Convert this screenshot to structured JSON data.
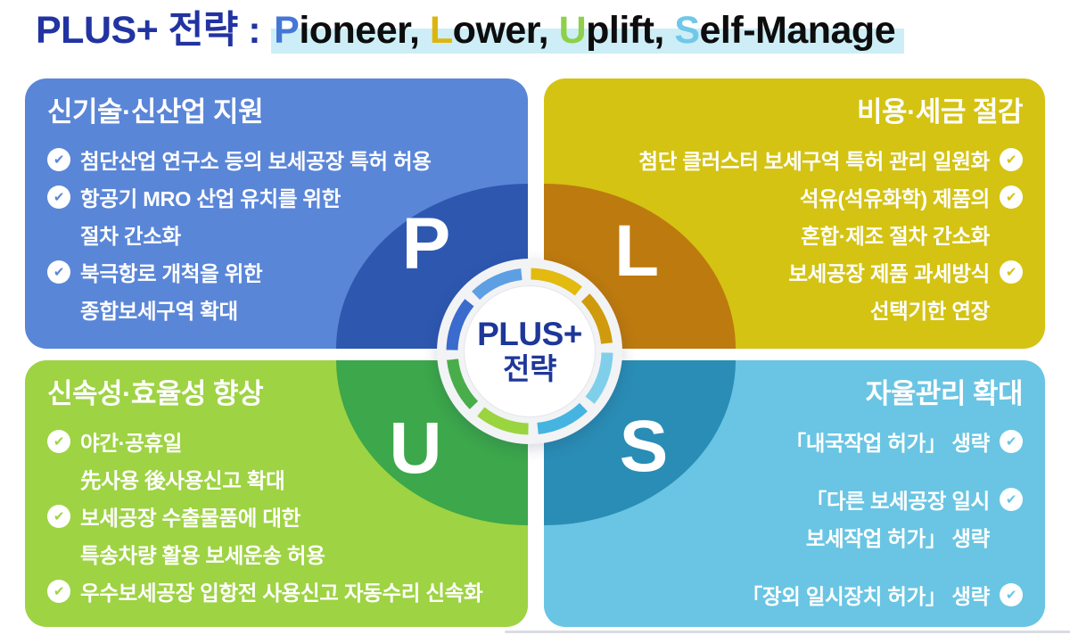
{
  "header": {
    "prefix": "PLUS+ 전략 :",
    "prefix_color": "#2233a2",
    "highlight_color": "#cdeef6",
    "text_color": "#0d0d0d",
    "segments": [
      {
        "lead": "P",
        "lead_color": "#4577d6",
        "rest": "ioneer, "
      },
      {
        "lead": "L",
        "lead_color": "#dcb60f",
        "rest": "ower, "
      },
      {
        "lead": "U",
        "lead_color": "#8ed04a",
        "rest": "plift, "
      },
      {
        "lead": "S",
        "lead_color": "#70c8e8",
        "rest": "elf-Manage"
      }
    ]
  },
  "center_badge": {
    "line1": "PLUS+",
    "line2": "전략",
    "text_color": "#1e3799"
  },
  "icons": {
    "check": "✔"
  },
  "ring": {
    "arcs": [
      {
        "name": "arc-blue-light",
        "color": "#5d9fe3"
      },
      {
        "name": "arc-blue",
        "color": "#3a6bcd"
      },
      {
        "name": "arc-green",
        "color": "#49ad4b"
      },
      {
        "name": "arc-green-light",
        "color": "#9ad43f"
      },
      {
        "name": "arc-cyan",
        "color": "#45b4e0"
      },
      {
        "name": "arc-cyan-light",
        "color": "#7fcfea"
      },
      {
        "name": "arc-gold-dark",
        "color": "#cf9b0d"
      },
      {
        "name": "arc-gold",
        "color": "#e2ba10"
      }
    ]
  },
  "quadrants": {
    "pioneer": {
      "letter": "P",
      "title": "신기술·신산업 지원",
      "bg": "#5a86d8",
      "circle_color": "#2e58b0",
      "items": [
        {
          "lines": [
            "첨단산업 연구소 등의 보세공장 특허 허용"
          ]
        },
        {
          "lines": [
            "항공기 MRO 산업 유치를 위한",
            "절차 간소화"
          ]
        },
        {
          "lines": [
            "북극항로 개척을 위한",
            "종합보세구역 확대"
          ]
        }
      ]
    },
    "lower": {
      "letter": "L",
      "title": "비용·세금 절감",
      "bg": "#d4c313",
      "circle_color": "#bd7a0e",
      "items": [
        {
          "lines": [
            "첨단 클러스터 보세구역 특허 관리 일원화"
          ]
        },
        {
          "lines": [
            "석유(석유화학) 제품의",
            "혼합·제조 절차 간소화"
          ]
        },
        {
          "lines": [
            "보세공장 제품 과세방식",
            "선택기한 연장"
          ]
        }
      ]
    },
    "uplift": {
      "letter": "U",
      "title": "신속성·효율성 향상",
      "bg": "#9ed343",
      "circle_color": "#3ca74b",
      "items": [
        {
          "lines": [
            "야간·공휴일",
            "先사용 後사용신고 확대"
          ]
        },
        {
          "lines": [
            "보세공장 수출물품에 대한",
            "특송차량 활용 보세운송 허용"
          ]
        },
        {
          "lines": [
            "우수보세공장 입항전 사용신고 자동수리 신속화"
          ]
        }
      ]
    },
    "self_manage": {
      "letter": "S",
      "title": "자율관리 확대",
      "bg": "#69c5e3",
      "circle_color": "#2a8db5",
      "items": [
        {
          "lines": [
            "「내국작업 허가」 생략"
          ]
        },
        {
          "lines": [
            "「다른 보세공장 일시",
            "보세작업 허가」 생략"
          ]
        },
        {
          "lines": [
            "「장외 일시장치 허가」 생략"
          ]
        }
      ]
    }
  },
  "footer": {
    "divider_color": "#d9dce2"
  }
}
